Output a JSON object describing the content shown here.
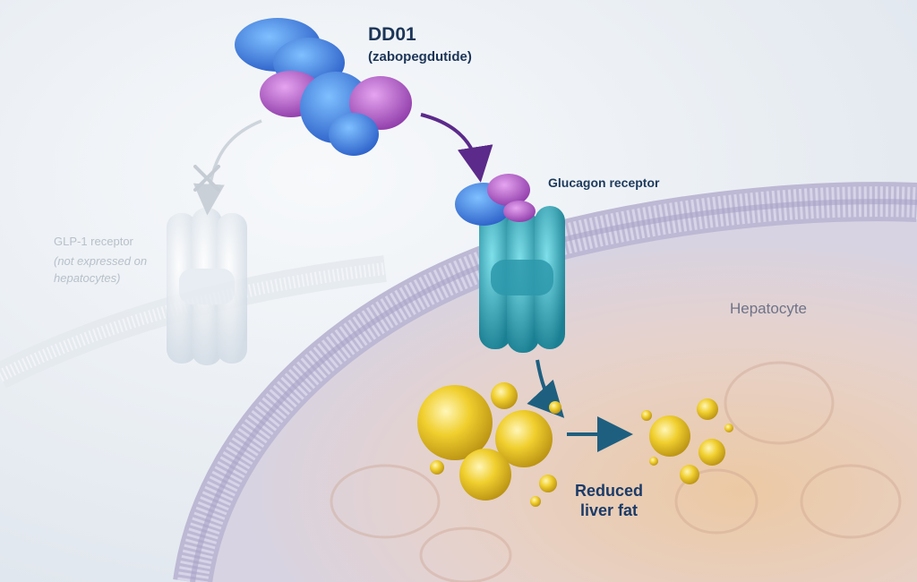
{
  "drug": {
    "name": "DD01",
    "subtitle": "(zabopegdutide)"
  },
  "glucagon_receptor": {
    "label": "Glucagon receptor"
  },
  "glp1_receptor": {
    "label": "GLP-1 receptor",
    "note": "(not expressed on hepatocytes)"
  },
  "cell": {
    "label": "Hepatocyte"
  },
  "outcome": {
    "label": "Reduced liver fat"
  },
  "colors": {
    "drug_blue": "#2f7fd8",
    "drug_navy": "#3a4fbf",
    "drug_magenta": "#b05ac8",
    "receptor_teal": "#2aa6b8",
    "glp1_ghost": "#d9e2ea",
    "membrane": "#c9c6dc",
    "cytoplasm": "#e8d2c2",
    "fat_yellow": "#e8c21c",
    "arrow_purple": "#6a2c8c",
    "arrow_teal": "#1e6f86",
    "label_navy": "#1c3557"
  }
}
